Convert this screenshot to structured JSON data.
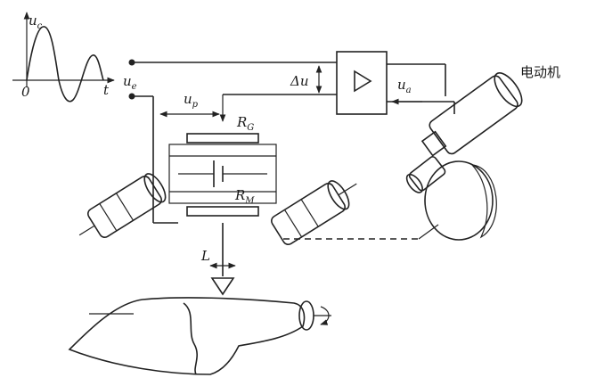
{
  "labels": {
    "uc_main": "u",
    "uc_sub": "c",
    "origin": "0",
    "t_axis": "t",
    "ue_main": "u",
    "ue_sub": "e",
    "up_main": "u",
    "up_sub": "p",
    "delta_u": "Δu",
    "ua_main": "u",
    "ua_sub": "a",
    "rg_main": "R",
    "rg_sub": "G",
    "rm_main": "R",
    "rm_sub": "M",
    "L": "L",
    "motor": "电动机"
  },
  "colors": {
    "line": "#222222",
    "gear_fill": "#b8b8b8",
    "background": "#ffffff"
  }
}
